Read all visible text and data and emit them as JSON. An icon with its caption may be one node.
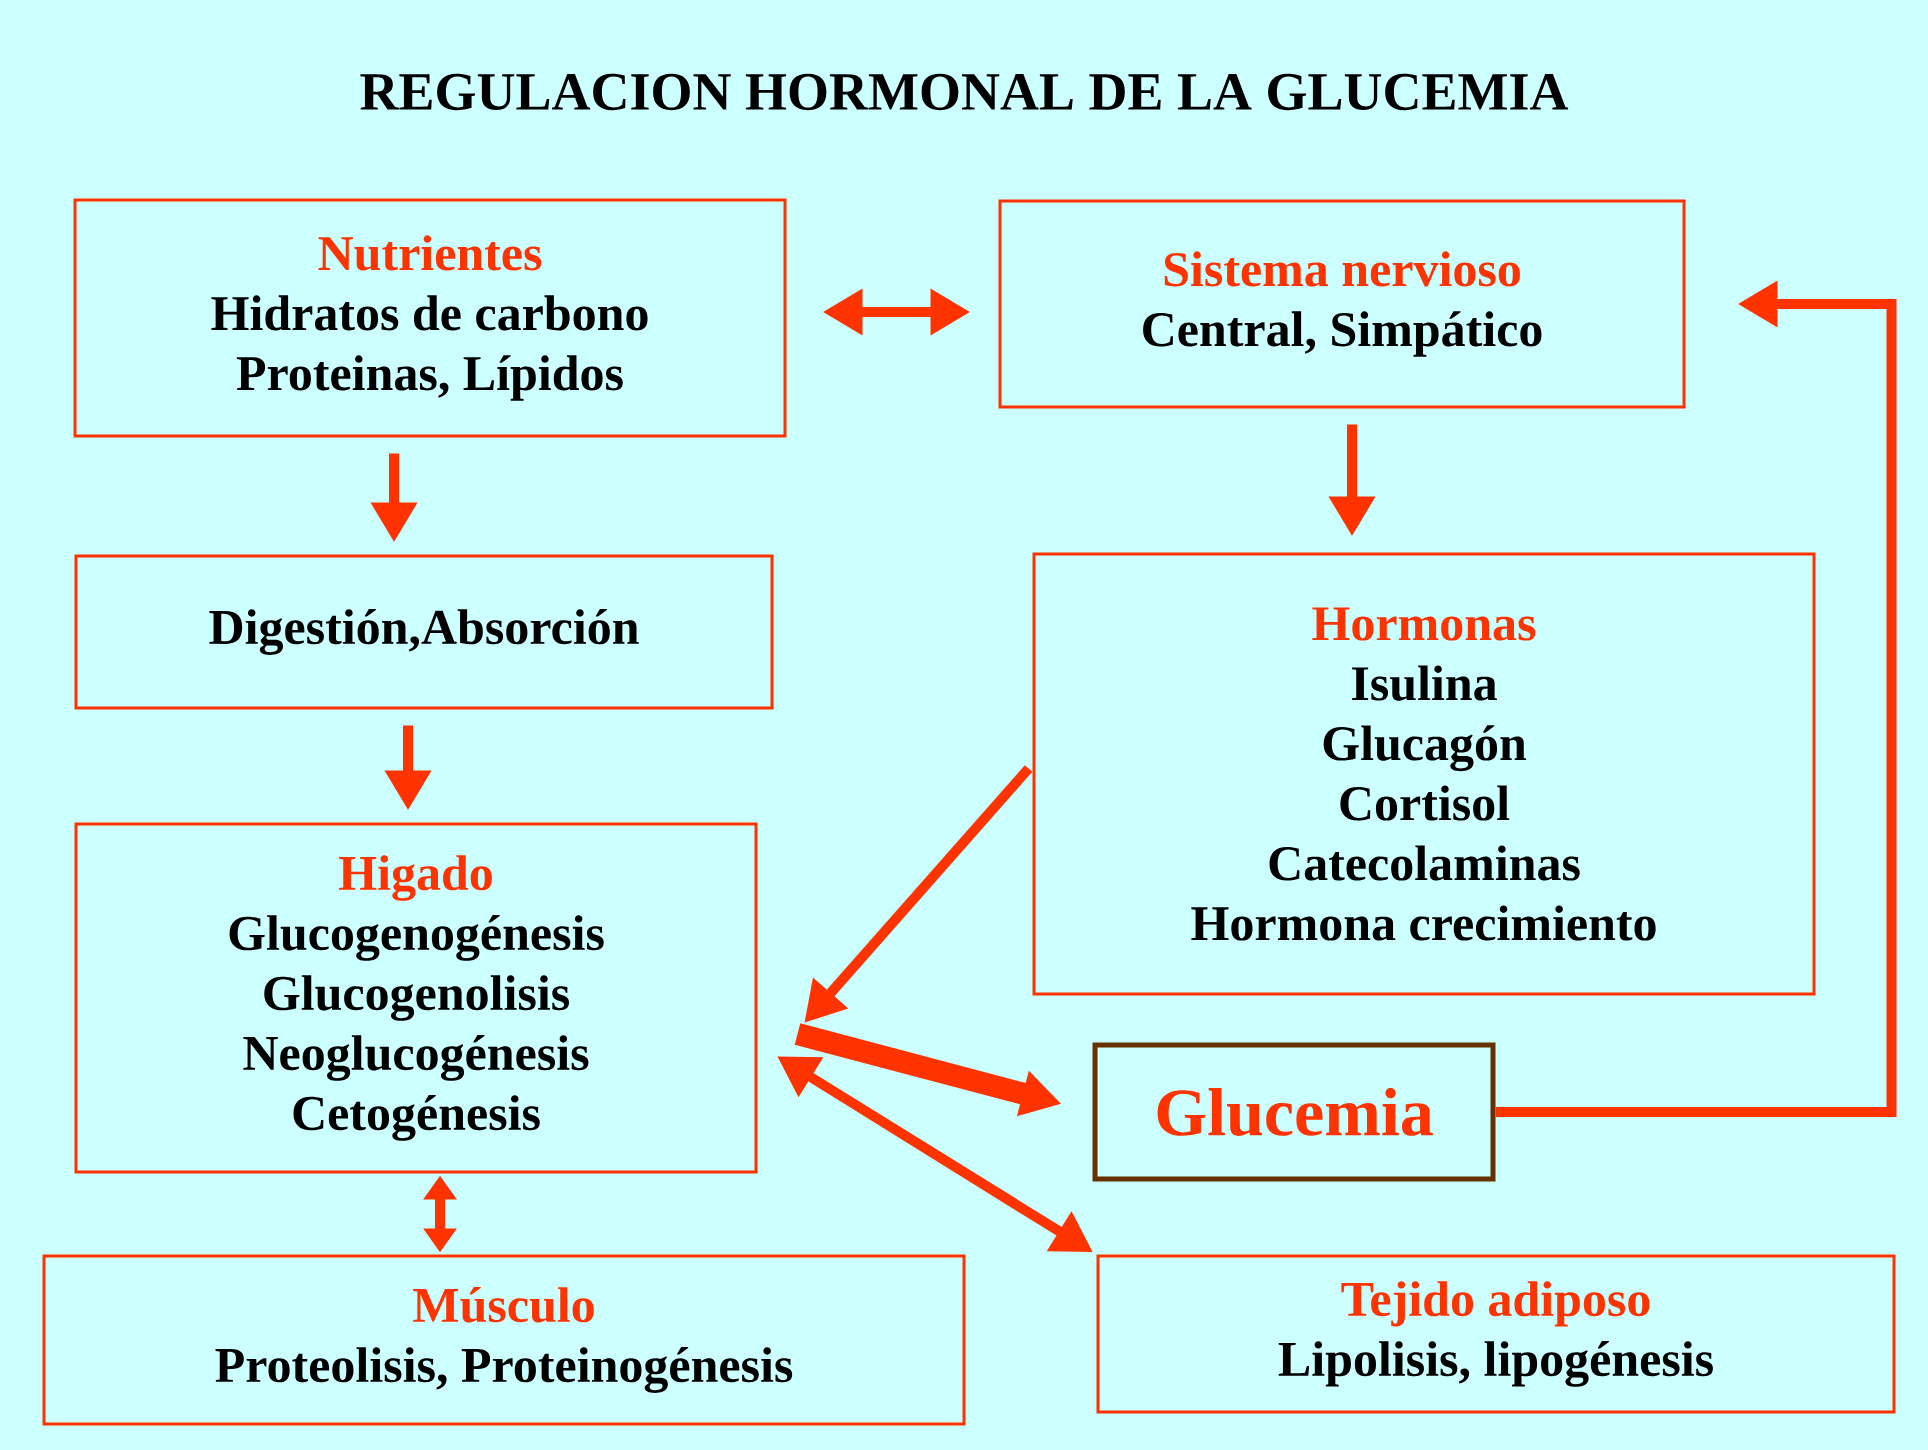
{
  "diagram": {
    "title": "REGULACION HORMONAL DE LA GLUCEMIA",
    "nodes": [
      {
        "text": [
          "Nutrientes",
          "Hidratos de carbono",
          "Proteinas, Lípidos"
        ]
      },
      {
        "text": [
          "Sistema nervioso",
          "Central, Simpático"
        ]
      },
      {
        "text": [
          "Digestión,Absorción"
        ]
      },
      {
        "text": [
          "Hormonas",
          "Isulina",
          "Glucagón",
          "Cortisol",
          "Catecolaminas",
          "Hormona crecimiento"
        ]
      },
      {
        "text": [
          "Higado",
          "Glucogenogénesis",
          "Glucogenolisis",
          "Neoglucogénesis",
          "Cetogénesis"
        ]
      },
      {
        "text": [
          "Glucemia"
        ]
      },
      {
        "text": [
          "Músculo",
          "Proteolisis, Proteinogénesis"
        ]
      },
      {
        "text": [
          "Tejido adiposo",
          "Lipolisis, lipogénesis"
        ]
      }
    ],
    "edges": [
      {
        "from": 0,
        "to": 1,
        "arrow": "both"
      },
      {
        "from": 0,
        "to": 2,
        "arrow": "to"
      },
      {
        "from": 2,
        "to": 4,
        "arrow": "to"
      },
      {
        "from": 1,
        "to": 3,
        "arrow": "to"
      },
      {
        "from": 3,
        "to": 4,
        "arrow": "to"
      },
      {
        "from": 4,
        "to": 5,
        "arrow": "to",
        "style": "thick"
      },
      {
        "from": 5,
        "to": 1,
        "arrow": "to"
      },
      {
        "from": 4,
        "to": 7,
        "arrow": "both"
      },
      {
        "from": 4,
        "to": 6,
        "arrow": "both"
      }
    ]
  }
}
